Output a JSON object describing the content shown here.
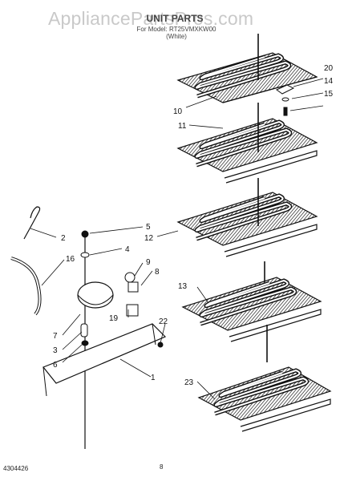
{
  "watermark": "AppliancePartsPros.com",
  "header": {
    "title": "UNIT PARTS",
    "subtitle": "For Model: RT25VMXKW00",
    "variant": "(White)"
  },
  "footer": {
    "doc_number": "4304426",
    "page": "8"
  },
  "callouts": {
    "c1": "1",
    "c2": "2",
    "c3": "3",
    "c4": "4",
    "c5": "5",
    "c6": "6",
    "c7": "7",
    "c8": "8",
    "c9": "9",
    "c10": "10",
    "c11": "11",
    "c12": "12",
    "c13": "13",
    "c14": "14",
    "c15": "15",
    "c16": "16",
    "c19": "19",
    "c20": "20",
    "c22": "22",
    "c23": "23"
  },
  "colors": {
    "line": "#1a1a1a",
    "watermark": "#c9c9c9",
    "background": "#ffffff"
  }
}
